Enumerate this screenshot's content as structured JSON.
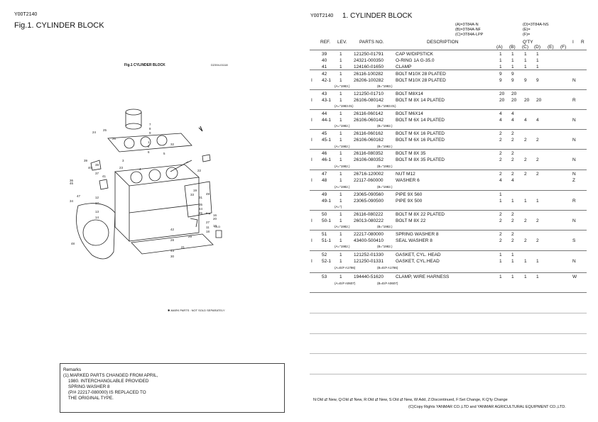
{
  "left": {
    "code": "Y00T2140",
    "title": "Fig.1.  CYLINDER BLOCK",
    "fig_title": "Fig.1  CYLINDER BLOCK",
    "fig_code": "D2394-01118",
    "footnote": "✱-MARK PARTS : NOT SOLD SEPARATELY",
    "diagram_labels": [
      "25",
      "26",
      "7",
      "8",
      "9",
      "24",
      "1",
      "2",
      "3",
      "5",
      "6",
      "32",
      "22",
      "39",
      "40",
      "37",
      "38",
      "41",
      "36",
      "23",
      "4",
      "19",
      "33",
      "46",
      "47",
      "34",
      "12",
      "17",
      "13",
      "14",
      "42",
      "28",
      "43",
      "30",
      "29",
      "27",
      "20",
      "21",
      "11",
      "10",
      "16",
      "18",
      "31",
      "35",
      "44",
      "45",
      "48",
      "49",
      "OLD"
    ],
    "remarks": {
      "heading": "Remarks",
      "lines": [
        "(1).MARKED PARTS CHANGED FROM APRIL,",
        "    1980. INTERCHANGLABLE PROVIDED",
        "    SPRING WASHER 8",
        "    (P/# 22217-080000) IS REPLACED TO",
        "    THE ORIGINAL TYPE."
      ]
    }
  },
  "right": {
    "code": "Y00T2140",
    "title": "1.  CYLINDER BLOCK",
    "legend": {
      "a": "(A)=3T84A-N",
      "b": "(B)=3T84A-NF",
      "c": "(C)=3T84A-LPP",
      "d": "(D)=3T84A-NS",
      "e": "(E)=",
      "f": "(F)="
    },
    "headers": {
      "ref": "REF.",
      "lev": "LEV.",
      "parts_no": "PARTS NO.",
      "description": "DESCRIPTION",
      "qty": "Q'TY",
      "a": "(A)",
      "b": "(B)",
      "c": "(C)",
      "d": "(D)",
      "e": "(E)",
      "f": "(F)",
      "i": "I",
      "r": "R"
    },
    "rows": [
      {
        "i": "",
        "ref": "39",
        "lev": "1",
        "pn": "121250-01791",
        "desc": "CAP W/DIPSTICK",
        "a": "1",
        "b": "1",
        "c": "1",
        "d": "1",
        "r": ""
      },
      {
        "i": "",
        "ref": "40",
        "lev": "1",
        "pn": "24321-000350",
        "desc": "O-RING 1A G-35.0",
        "a": "1",
        "b": "1",
        "c": "1",
        "d": "1",
        "r": ""
      },
      {
        "i": "",
        "ref": "41",
        "lev": "1",
        "pn": "124160-01650",
        "desc": "CLAMP",
        "a": "1",
        "b": "1",
        "c": "1",
        "d": "1",
        "r": ""
      },
      {
        "i": "",
        "ref": "42",
        "lev": "1",
        "pn": "26116-100282",
        "desc": "BOLT M10X 28 PLATED",
        "a": "9",
        "b": "9",
        "c": "",
        "d": "",
        "r": ""
      },
      {
        "i": "I",
        "ref": "42-1",
        "lev": "1",
        "pn": "26206-100282",
        "desc": "BOLT M10X 28 PLATED",
        "a": "9",
        "b": "9",
        "c": "9",
        "d": "9",
        "r": "N"
      },
      {
        "i": "",
        "ref": "43",
        "lev": "1",
        "pn": "121250-01710",
        "desc": "BOLT M8X14",
        "a": "20",
        "b": "20",
        "c": "",
        "d": "",
        "r": ""
      },
      {
        "i": "I",
        "ref": "43-1",
        "lev": "1",
        "pn": "26106-080142",
        "desc": "BOLT M 8X 14 PLATED",
        "a": "20",
        "b": "20",
        "c": "20",
        "d": "20",
        "r": "R"
      },
      {
        "i": "",
        "ref": "44",
        "lev": "1",
        "pn": "26116-060142",
        "desc": "BOLT M6X14",
        "a": "4",
        "b": "4",
        "c": "",
        "d": "",
        "r": ""
      },
      {
        "i": "I",
        "ref": "44-1",
        "lev": "1",
        "pn": "26106-060142",
        "desc": "BOLT M 6X 14 PLATED",
        "a": "4",
        "b": "4",
        "c": "4",
        "d": "4",
        "r": "N"
      },
      {
        "i": "",
        "ref": "45",
        "lev": "1",
        "pn": "26116-060162",
        "desc": "BOLT M 6X 16 PLATED",
        "a": "2",
        "b": "2",
        "c": "",
        "d": "",
        "r": ""
      },
      {
        "i": "I",
        "ref": "45-1",
        "lev": "1",
        "pn": "26106-060162",
        "desc": "BOLT M 6X 16 PLATED",
        "a": "2",
        "b": "2",
        "c": "2",
        "d": "2",
        "r": "N"
      },
      {
        "i": "",
        "ref": "46",
        "lev": "1",
        "pn": "26116-080352",
        "desc": "BOLT M 8X 35",
        "a": "2",
        "b": "2",
        "c": "",
        "d": "",
        "r": ""
      },
      {
        "i": "I",
        "ref": "46-1",
        "lev": "1",
        "pn": "26106-080352",
        "desc": "BOLT M 8X 35 PLATED",
        "a": "2",
        "b": "2",
        "c": "2",
        "d": "2",
        "r": "N"
      },
      {
        "i": "",
        "ref": "47",
        "lev": "1",
        "pn": "26716-120002",
        "desc": "NUT M12",
        "a": "2",
        "b": "2",
        "c": "2",
        "d": "2",
        "r": "N"
      },
      {
        "i": "I",
        "ref": "48",
        "lev": "1",
        "pn": "22117-060000",
        "desc": "WASHER  6",
        "a": "4",
        "b": "4",
        "c": "",
        "d": "",
        "r": "Z"
      },
      {
        "i": "",
        "ref": "49",
        "lev": "1",
        "pn": "23065-090560",
        "desc": "PIPE  9X 560",
        "a": "1",
        "b": "",
        "c": "",
        "d": "",
        "r": ""
      },
      {
        "i": "",
        "ref": "49-1",
        "lev": "1",
        "pn": "23065-090500",
        "desc": "PIPE  9X 500",
        "a": "1",
        "b": "1",
        "c": "1",
        "d": "1",
        "r": "R"
      },
      {
        "i": "",
        "ref": "50",
        "lev": "1",
        "pn": "26116-080222",
        "desc": "BOLT M 8X 22 PLATED",
        "a": "2",
        "b": "2",
        "c": "",
        "d": "",
        "r": ""
      },
      {
        "i": "I",
        "ref": "50-1",
        "lev": "1",
        "pn": "26013-080222",
        "desc": "BOLT M 8X 22",
        "a": "2",
        "b": "2",
        "c": "2",
        "d": "2",
        "r": "N"
      },
      {
        "i": "",
        "ref": "51",
        "lev": "1",
        "pn": "22217-080000",
        "desc": "SPRING WASHER  8",
        "a": "2",
        "b": "2",
        "c": "",
        "d": "",
        "r": ""
      },
      {
        "i": "I",
        "ref": "51-1",
        "lev": "1",
        "pn": "43400-500410",
        "desc": "SEAL WASHER  8",
        "a": "2",
        "b": "2",
        "c": "2",
        "d": "2",
        "r": "S"
      },
      {
        "i": "",
        "ref": "52",
        "lev": "1",
        "pn": "121252-01330",
        "desc": "GASKET, CYL. HEAD",
        "a": "1",
        "b": "1",
        "c": "",
        "d": "",
        "r": ""
      },
      {
        "i": "I",
        "ref": "52-1",
        "lev": "1",
        "pn": "121250-01331",
        "desc": "GASKET, CYL.HEAD",
        "a": "1",
        "b": "1",
        "c": "1",
        "d": "1",
        "r": "N"
      },
      {
        "i": "",
        "ref": "53",
        "lev": "1",
        "pn": "194440-51620",
        "desc": "CLAMP, WIRE HARNESS",
        "a": "1",
        "b": "1",
        "c": "1",
        "d": "1",
        "r": "W"
      }
    ],
    "subnotes": [
      {
        "a": "(A=\"1983.)",
        "b": "(B=\"1983.)"
      },
      {
        "a": "(A=\"1983.01)",
        "b": "(B=\"1983.01)"
      },
      {
        "a": "(A=\"1982.)",
        "b": "(B=\"1982.)"
      },
      {
        "a": "(A=\"1982.)",
        "b": "(B=\"1982.)"
      },
      {
        "a": "(A=\"1982.)",
        "b": "(B=\"1982.)"
      },
      {
        "a": "(A=\"1982.)",
        "b": "(B=\"1982.)"
      },
      {
        "a": "(A=\")",
        "b": ""
      },
      {
        "a": "(A=\"1982.)",
        "b": "(B=\"1982.)"
      },
      {
        "a": "(A=\"1982.)",
        "b": "(B=\"1982.)"
      },
      {
        "a": "(A=E/# A1786)",
        "b": "(B=E/# A1786)"
      },
      {
        "a": "(A=E/# A0607)",
        "b": "(B=E/# A0607)"
      }
    ],
    "footer_legend": "N:Old ⇄ New,  Q:Old ⇄ New,  R:Old ⇄ New,  S:Old ⇄ New,  W:Add,  Z:Discontinued,  F:Set Change,  K:Q'ty Change",
    "copyright": "(C)Copy Rights  YANMAR CO.,LTD and YANMAR AGRICULTURAL EQUIPMENT CO.,LTD."
  }
}
